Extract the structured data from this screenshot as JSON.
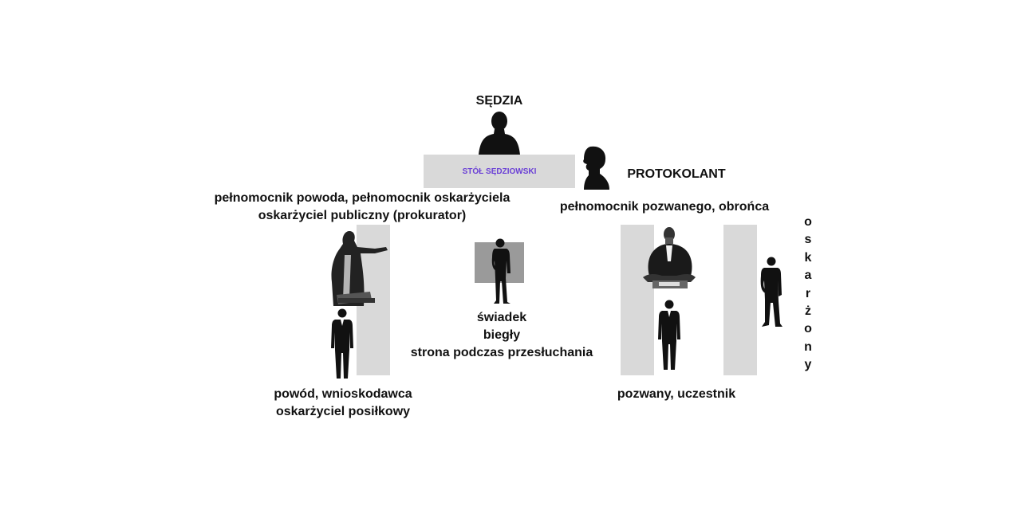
{
  "judge": {
    "label": "SĘDZIA"
  },
  "bench": {
    "label": "STÓŁ SĘDZIOWSKI",
    "label_color": "#6a3fd6"
  },
  "clerk": {
    "label": "PROTOKOLANT"
  },
  "plaintiff_counsel": {
    "line1": "pełnomocnik powoda, pełnomocnik oskarżyciela",
    "line2": "oskarżyciel publiczny (prokurator)"
  },
  "defendant_counsel": {
    "label": "pełnomocnik pozwanego, obrońca"
  },
  "witness": {
    "line1": "świadek",
    "line2": "biegły",
    "line3": "strona podczas przesłuchania"
  },
  "plaintiff": {
    "line1": "powód, wnioskodawca",
    "line2": "oskarżyciel posiłkowy"
  },
  "defendant": {
    "label": "pozwany, uczestnik"
  },
  "accused": {
    "letters": [
      "o",
      "s",
      "k",
      "a",
      "r",
      "ż",
      "o",
      "n",
      "y"
    ]
  },
  "colors": {
    "panel": "#d9d9d9",
    "witness_box": "#9a9a9a",
    "silhouette": "#111111"
  }
}
